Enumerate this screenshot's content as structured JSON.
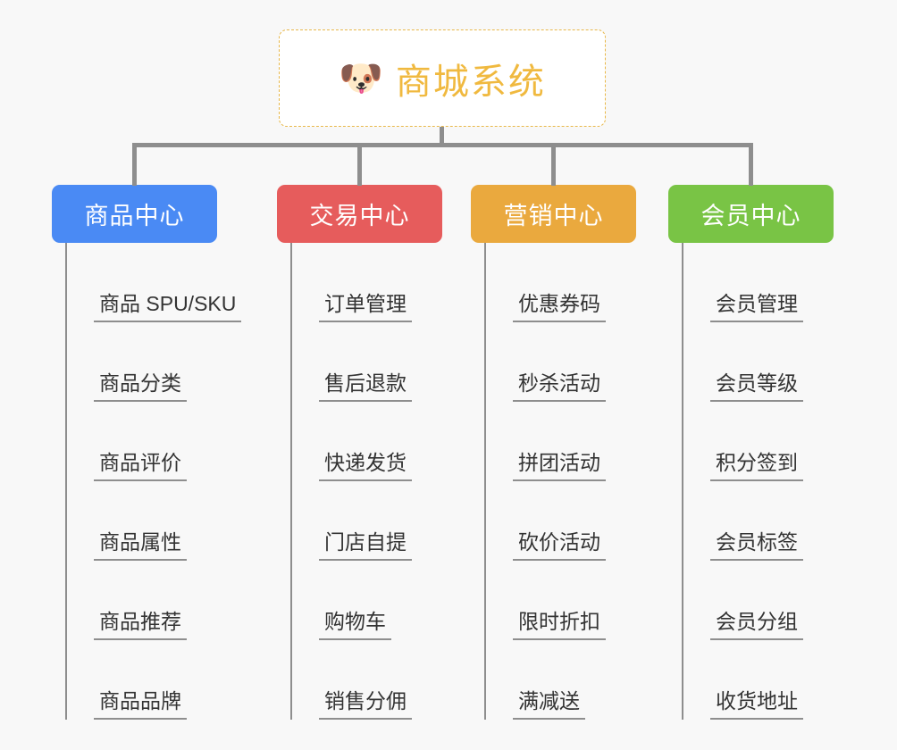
{
  "canvas": {
    "background": "#f8f8f8",
    "connector_color": "#8e8e8e"
  },
  "root": {
    "icon": "shiba-dog-emoji",
    "emoji": "🐶",
    "title": "商城系统",
    "title_color": "#f0b93f",
    "border_color": "#e8b84b",
    "background": "#ffffff"
  },
  "branches": [
    {
      "id": "product-center",
      "label": "商品中心",
      "color": "#4a8af4",
      "items": [
        {
          "label": "商品 SPU/SKU"
        },
        {
          "label": "商品分类"
        },
        {
          "label": "商品评价"
        },
        {
          "label": "商品属性"
        },
        {
          "label": "商品推荐"
        },
        {
          "label": "商品品牌"
        }
      ]
    },
    {
      "id": "trade-center",
      "label": "交易中心",
      "color": "#e65c5c",
      "items": [
        {
          "label": "订单管理"
        },
        {
          "label": "售后退款"
        },
        {
          "label": "快递发货"
        },
        {
          "label": "门店自提"
        },
        {
          "label": "购物车"
        },
        {
          "label": "销售分佣"
        }
      ]
    },
    {
      "id": "marketing-center",
      "label": "营销中心",
      "color": "#eaa93e",
      "items": [
        {
          "label": "优惠券码"
        },
        {
          "label": "秒杀活动"
        },
        {
          "label": "拼团活动"
        },
        {
          "label": "砍价活动"
        },
        {
          "label": "限时折扣"
        },
        {
          "label": "满减送"
        }
      ]
    },
    {
      "id": "member-center",
      "label": "会员中心",
      "color": "#79c445",
      "items": [
        {
          "label": "会员管理"
        },
        {
          "label": "会员等级"
        },
        {
          "label": "积分签到"
        },
        {
          "label": "会员标签"
        },
        {
          "label": "会员分组"
        },
        {
          "label": "收货地址"
        }
      ]
    }
  ]
}
